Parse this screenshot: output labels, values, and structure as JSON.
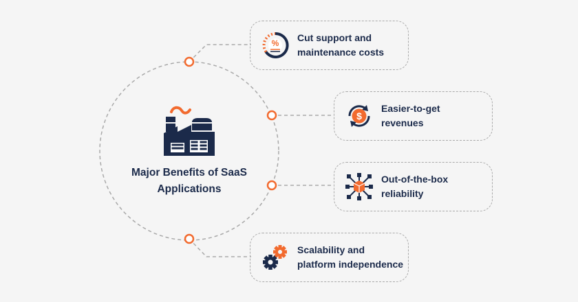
{
  "diagram": {
    "center": {
      "title_line1": "Major Benefits of SaaS",
      "title_line2": "Applications",
      "icon": "factory-icon"
    },
    "benefits": [
      {
        "line1": "Cut support and",
        "line2": "maintenance costs",
        "icon": "percent-badge-icon"
      },
      {
        "line1": "Easier-to-get",
        "line2": "revenues",
        "icon": "dollar-refresh-icon"
      },
      {
        "line1": "Out-of-the-box",
        "line2": "reliability",
        "icon": "network-cube-icon"
      },
      {
        "line1": "Scalability and",
        "line2": "platform independence",
        "icon": "gears-icon"
      }
    ],
    "colors": {
      "accent": "#f26a2e",
      "navy": "#1b2a4a",
      "dash": "#a9a9a9",
      "background": "#f5f5f5"
    }
  }
}
